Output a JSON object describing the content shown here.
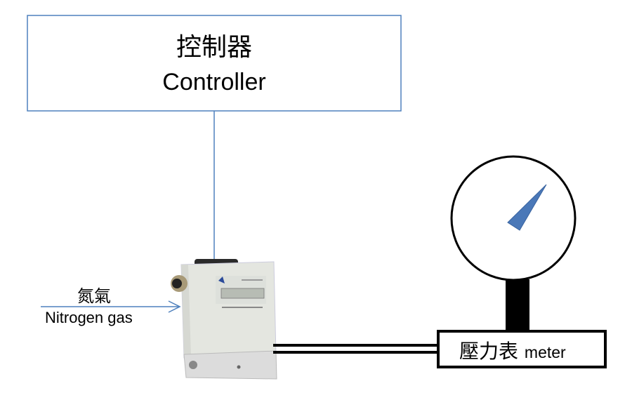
{
  "controller": {
    "title_zh": "控制器",
    "title_en": "Controller"
  },
  "gas_input": {
    "label_zh": "氮氣",
    "label_en": "Nitrogen gas"
  },
  "meter": {
    "label_zh": "壓力表",
    "label_en": "meter"
  },
  "colors": {
    "controller_border": "#4f81bd",
    "signal_line": "#4f81bd",
    "needle": "#4a78b8",
    "pipe": "#000000"
  }
}
